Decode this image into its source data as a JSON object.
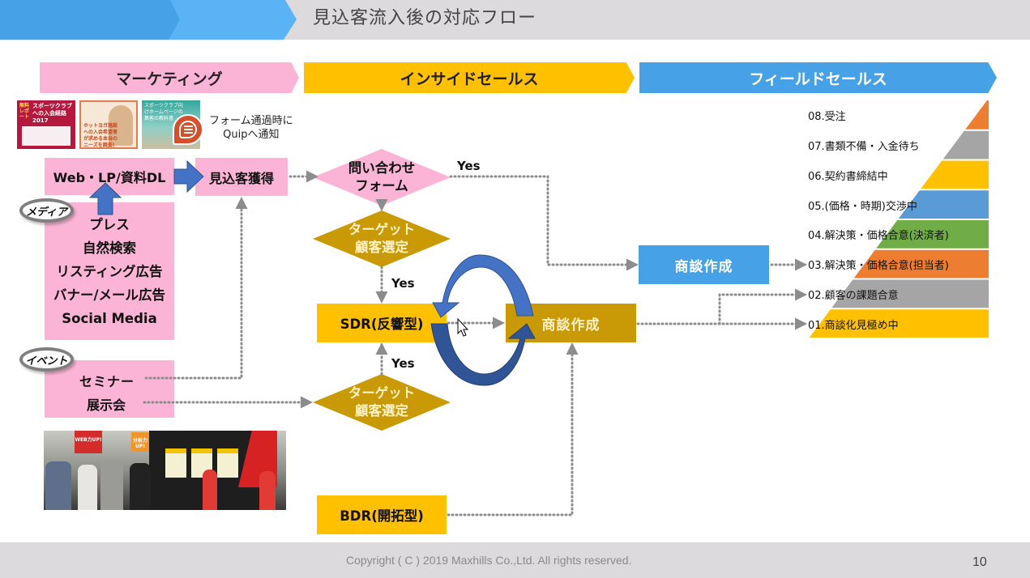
{
  "header": {
    "title": "見込客流入後の対応フロー",
    "accent_colors": [
      "#46a1e6",
      "#5ab3f5"
    ]
  },
  "phases": [
    {
      "label": "マーケティング",
      "color": "#fbb4d5"
    },
    {
      "label": "インサイドセールス",
      "color": "#ffc000"
    },
    {
      "label": "フィールドセールス",
      "color": "#46a1e6"
    }
  ],
  "marketing": {
    "thumbnails": [
      {
        "title": "スポーツクラブへの入会経路2017",
        "badge": "無料レポート"
      },
      {
        "title": "ホットヨガ施設への入会希望者が求める本当のニーズを調査!"
      },
      {
        "title": "スポーツクラブ向けホームページの集客の教科書"
      }
    ],
    "quip_note_line1": "フォーム通過時に",
    "quip_note_line2": "Quipへ通知",
    "web_box": "Web・LP/資料DL",
    "lead_box": "見込客獲得",
    "media_tag": "メディア",
    "media_items": [
      "プレス",
      "自然検索",
      "リスティング広告",
      "バナー/メール広告",
      "Social Media"
    ],
    "event_tag": "イベント",
    "event_items": [
      "セミナー",
      "展示会"
    ],
    "photo_signs": [
      "WEB力UP!",
      "分析力UP!"
    ]
  },
  "inside_sales": {
    "form_decision": [
      "問い合わせ",
      "フォーム"
    ],
    "target_decision_top": [
      "ターゲット",
      "顧客選定"
    ],
    "target_decision_bottom": [
      "ターゲット",
      "顧客選定"
    ],
    "sdr": "SDR(反響型)",
    "bdr": "BDR(開拓型)",
    "deal": "商談作成",
    "yes_labels": [
      "Yes",
      "Yes",
      "Yes"
    ]
  },
  "field_sales": {
    "deal": "商談作成",
    "stages": [
      {
        "label": "08.受注",
        "color": "#ed7d31"
      },
      {
        "label": "07.書類不備・入金待ち",
        "color": "#a5a5a5"
      },
      {
        "label": "06.契約書締結中",
        "color": "#ffc000"
      },
      {
        "label": "05.(価格・時期)交渉中",
        "color": "#5b9bd5"
      },
      {
        "label": "04.解決策・価格合意(決済者)",
        "color": "#70ad47"
      },
      {
        "label": "03.解決策・価格合意(担当者)",
        "color": "#ed7d31"
      },
      {
        "label": "02.顧客の課題合意",
        "color": "#a5a5a5"
      },
      {
        "label": "01.商談化見極め中",
        "color": "#ffc000"
      }
    ]
  },
  "footer": {
    "copyright": "Copyright ( C ) 2019 Maxhills Co.,Ltd. All rights reserved.",
    "page_number": "10"
  }
}
